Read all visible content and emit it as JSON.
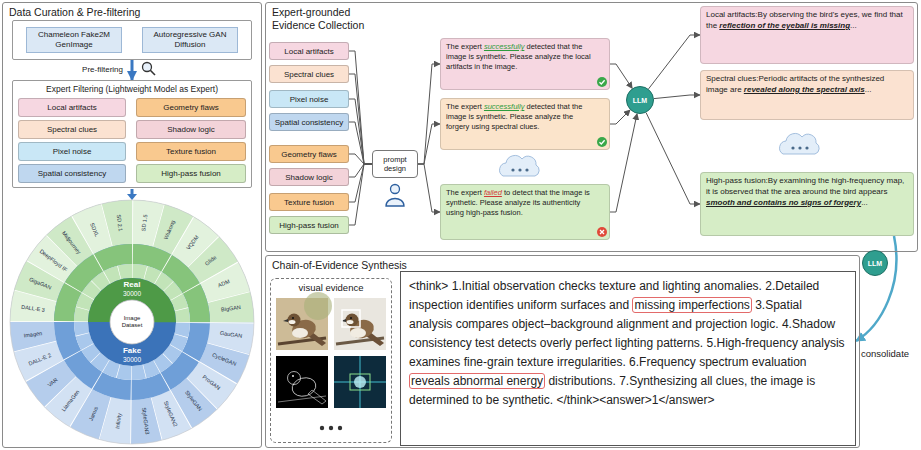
{
  "diagram": {
    "nodes": [
      {
        "text": [
          "Data Curation & Pre-filtering"
        ]
      },
      {
        "text": [
          "Chameleon Fake2M GenImage",
          "Autoregressive GAN Diffusion"
        ],
        "in": 0
      },
      {
        "text": [
          "Expert Filtering (Lightweight Model as Expert)"
        ],
        "in": 0
      },
      {
        "text": [
          "Local artifacts"
        ],
        "in": 2
      },
      {
        "text": [
          "Geometry flaws"
        ],
        "in": 2
      },
      {
        "text": [
          "Spectral clues"
        ],
        "in": 2
      },
      {
        "text": [
          "Shadow logic"
        ],
        "in": 2
      },
      {
        "text": [
          "Pixel noise"
        ],
        "in": 2
      },
      {
        "text": [
          "Texture fusion"
        ],
        "in": 2
      },
      {
        "text": [
          "Spatial consistency"
        ],
        "in": 2
      },
      {
        "text": [
          "High-pass fusion"
        ],
        "in": 2
      },
      {
        "text": [
          "Expert-grounded Evidence Collection"
        ]
      },
      {
        "text": [
          "Local artifacts"
        ],
        "in": 11
      },
      {
        "text": [
          "Spectral clues"
        ],
        "in": 11
      },
      {
        "text": [
          "Pixel noise"
        ],
        "in": 11
      },
      {
        "text": [
          "Spatial consistency"
        ],
        "in": 11
      },
      {
        "text": [
          "Geometry flaws"
        ],
        "in": 11
      },
      {
        "text": [
          "Shadow logic"
        ],
        "in": 11
      },
      {
        "text": [
          "Texture fusion"
        ],
        "in": 11
      },
      {
        "text": [
          "High-pass fusion"
        ],
        "in": 11
      },
      {
        "text": [
          "prompt design"
        ],
        "in": 11
      },
      {
        "text": [
          "The expert",
          "successfully",
          "detected that the image is synthetic. Please analyze the local artifacts in the image."
        ],
        "in": 11
      },
      {
        "text": [
          "The expert",
          "successfully",
          "detected that the image is synthetic. Please analyze the forgery using spectral clues."
        ],
        "in": 11
      },
      {
        "text": [
          "The expert",
          "failed",
          "to detect that the image is synthetic. Please analyze its authenticity using high-pass fusion."
        ],
        "in": 11
      },
      {
        "text": [
          "LLM"
        ],
        "in": 11
      },
      {
        "text": [
          "Local artifacts:By observing the bird's eyes, we find that the",
          "reflection of the eyeball is missing",
          "..."
        ],
        "in": 11
      },
      {
        "text": [
          "Spectral clues:Periodic artifacts of the synthesized image are",
          "revealed along the spectral axis",
          "..."
        ],
        "in": 11
      },
      {
        "text": [
          "High-pass fusion:By examining the high-frequency map, it is observed that the area around the bird appears",
          "smooth and contains no signs of forgery",
          "..."
        ],
        "in": 11
      },
      {
        "text": [
          "Chain-of-Evidence Synthesis"
        ]
      },
      {
        "text": [
          "visual evidence"
        ],
        "in": 28
      },
      {
        "text": [
          "<think>",
          "1.Initial observation checks texture and lighting anomalies.",
          "2.Detailed inspection identifies uniform surfaces and",
          "missing imperfections",
          "3.Spatial analysis compares object–background alignment and projection logic.",
          "4.Shadow consistency test detects overly perfect lighting patterns.",
          "5.High-frequency analysis examines fine-grain texture irregularities.",
          "6.Frequency spectrum evaluation",
          "reveals abnormal energy",
          "distributions.",
          "7.Synthesizing all clues, the image is determined to be synthetic.",
          "</think><answer>1</answer>"
        ],
        "in": 28
      },
      {
        "text": [
          "LLM"
        ]
      }
    ],
    "edges": [
      {
        "from": 1,
        "to": 2,
        "arrow": "to",
        "label": "Pre-filtering"
      },
      {
        "from": 12,
        "to": 20,
        "arrow": "none"
      },
      {
        "from": 13,
        "to": 20,
        "arrow": "none"
      },
      {
        "from": 14,
        "to": 20,
        "arrow": "none"
      },
      {
        "from": 15,
        "to": 20,
        "arrow": "none"
      },
      {
        "from": 16,
        "to": 20,
        "arrow": "none"
      },
      {
        "from": 17,
        "to": 20,
        "arrow": "none"
      },
      {
        "from": 18,
        "to": 20,
        "arrow": "none"
      },
      {
        "from": 19,
        "to": 20,
        "arrow": "none"
      },
      {
        "from": 20,
        "to": 21,
        "arrow": "to"
      },
      {
        "from": 20,
        "to": 22,
        "arrow": "to"
      },
      {
        "from": 20,
        "to": 23,
        "arrow": "to"
      },
      {
        "from": 21,
        "to": 24,
        "arrow": "to"
      },
      {
        "from": 22,
        "to": 24,
        "arrow": "to"
      },
      {
        "from": 23,
        "to": 24,
        "arrow": "to"
      },
      {
        "from": 24,
        "to": 25,
        "arrow": "to"
      },
      {
        "from": 24,
        "to": 26,
        "arrow": "to"
      },
      {
        "from": 24,
        "to": 27,
        "arrow": "to"
      },
      {
        "from": 27,
        "to": 30,
        "arrow": "to",
        "label": "consolidate"
      }
    ],
    "labels": [
      "Real",
      "30000",
      "Image Dataset",
      "Fake",
      "30000",
      "DALL-E 3",
      "GigaGAN",
      "DeepFloyd IF",
      "Midjourney",
      "SDXL",
      "SD 2.1",
      "SD 1.5",
      "Wukong",
      "VQDM",
      "Glide",
      "ADM",
      "BigGAN",
      "GauGAN",
      "CycleGAN",
      "ProGAN",
      "StyleGAN",
      "StyleGAN2",
      "StyleGAN3",
      "Infinity",
      "Janus",
      "LlamaGen",
      "VAR",
      "DALL-E 2",
      "Imagen"
    ]
  }
}
